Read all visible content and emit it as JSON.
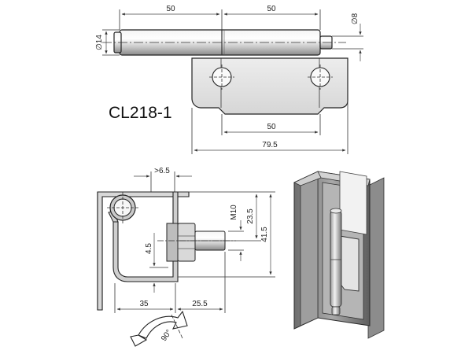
{
  "drawing": {
    "part_number": "CL218-1",
    "dimensions": {
      "top_left_length": "50",
      "top_right_length": "50",
      "pin_diameter_small": "∅8",
      "pin_diameter_large": "∅14",
      "hole_spacing": "50",
      "plate_width": "79.5",
      "offset": ">6.5",
      "thread": "M10",
      "height_a": "23.5",
      "height_b": "41.5",
      "bend_depth": "4.5",
      "left_length": "35",
      "right_length": "25.5",
      "rotation": "90°"
    }
  }
}
